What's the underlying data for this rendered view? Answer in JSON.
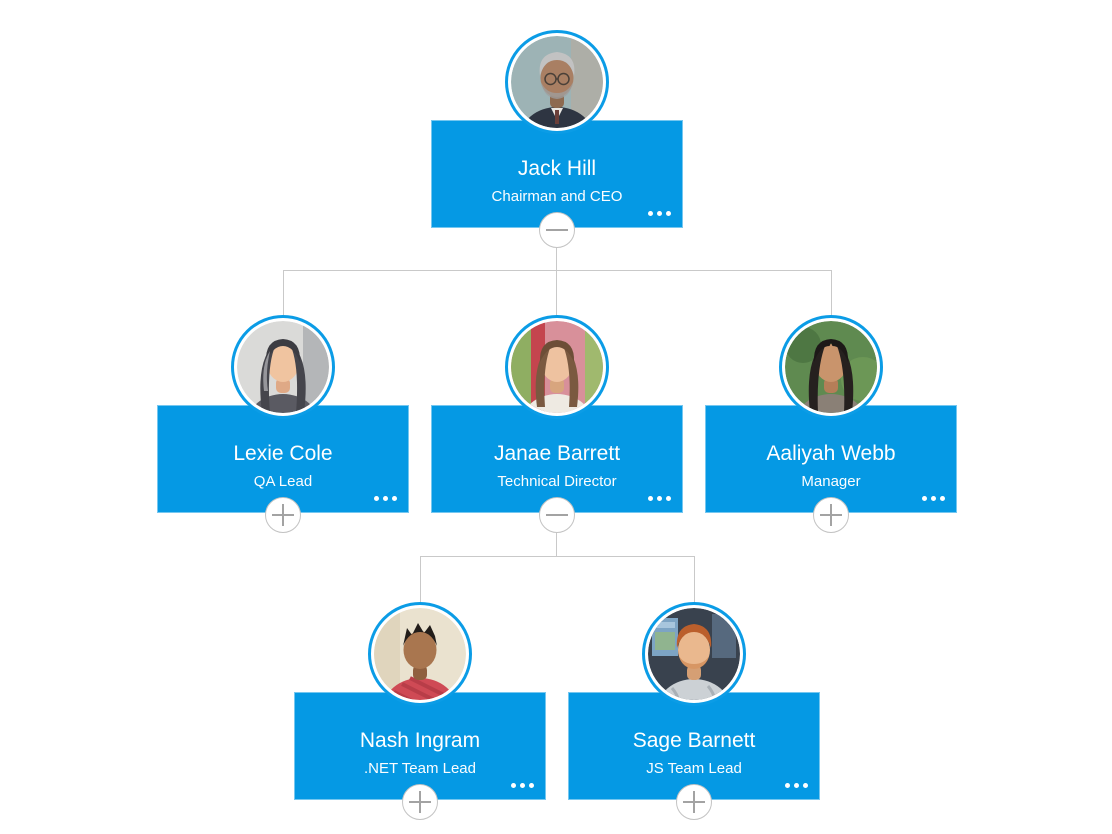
{
  "diagram": {
    "type": "organization-chart",
    "card_color": "#0599e4",
    "card_text_color": "#ffffff",
    "connector_color": "#c9c9c9",
    "avatar_ring_color": "#0b9ce6",
    "toggle_border_color": "#c3c3c3",
    "toggle_glyph_color": "#a3a3a3",
    "background_color": "#ffffff"
  },
  "nodes": [
    {
      "id": "jack-hill",
      "name": "Jack Hill",
      "title": "Chairman and CEO",
      "manager": null,
      "toggle": "collapse",
      "toggle_icon": "minus-icon",
      "more_icon": "ellipsis-icon",
      "photo": "older man with gray hair, glasses and dark suit"
    },
    {
      "id": "lexie-cole",
      "name": "Lexie Cole",
      "title": "QA Lead",
      "manager": "Jack Hill",
      "toggle": "expand",
      "toggle_icon": "plus-icon",
      "more_icon": "ellipsis-icon",
      "photo": "young woman with long dark hair"
    },
    {
      "id": "janae-barrett",
      "name": "Janae Barrett",
      "title": "Technical Director",
      "manager": "Jack Hill",
      "toggle": "collapse",
      "toggle_icon": "minus-icon",
      "more_icon": "ellipsis-icon",
      "photo": "woman with shoulder-length brown hair, colorful background"
    },
    {
      "id": "aaliyah-webb",
      "name": "Aaliyah Webb",
      "title": "Manager",
      "manager": "Jack Hill",
      "toggle": "expand",
      "toggle_icon": "plus-icon",
      "more_icon": "ellipsis-icon",
      "photo": "smiling woman with long dark hair, green foliage background"
    },
    {
      "id": "nash-ingram",
      "name": "Nash Ingram",
      "title": ".NET Team Lead",
      "manager": "Janae Barrett",
      "toggle": "expand",
      "toggle_icon": "plus-icon",
      "more_icon": "ellipsis-icon",
      "photo": "man with short dark hair wearing red shirt"
    },
    {
      "id": "sage-barnett",
      "name": "Sage Barnett",
      "title": "JS Team Lead",
      "manager": "Janae Barrett",
      "toggle": "expand",
      "toggle_icon": "plus-icon",
      "more_icon": "ellipsis-icon",
      "photo": "man with red hair in front of computer monitors"
    }
  ]
}
